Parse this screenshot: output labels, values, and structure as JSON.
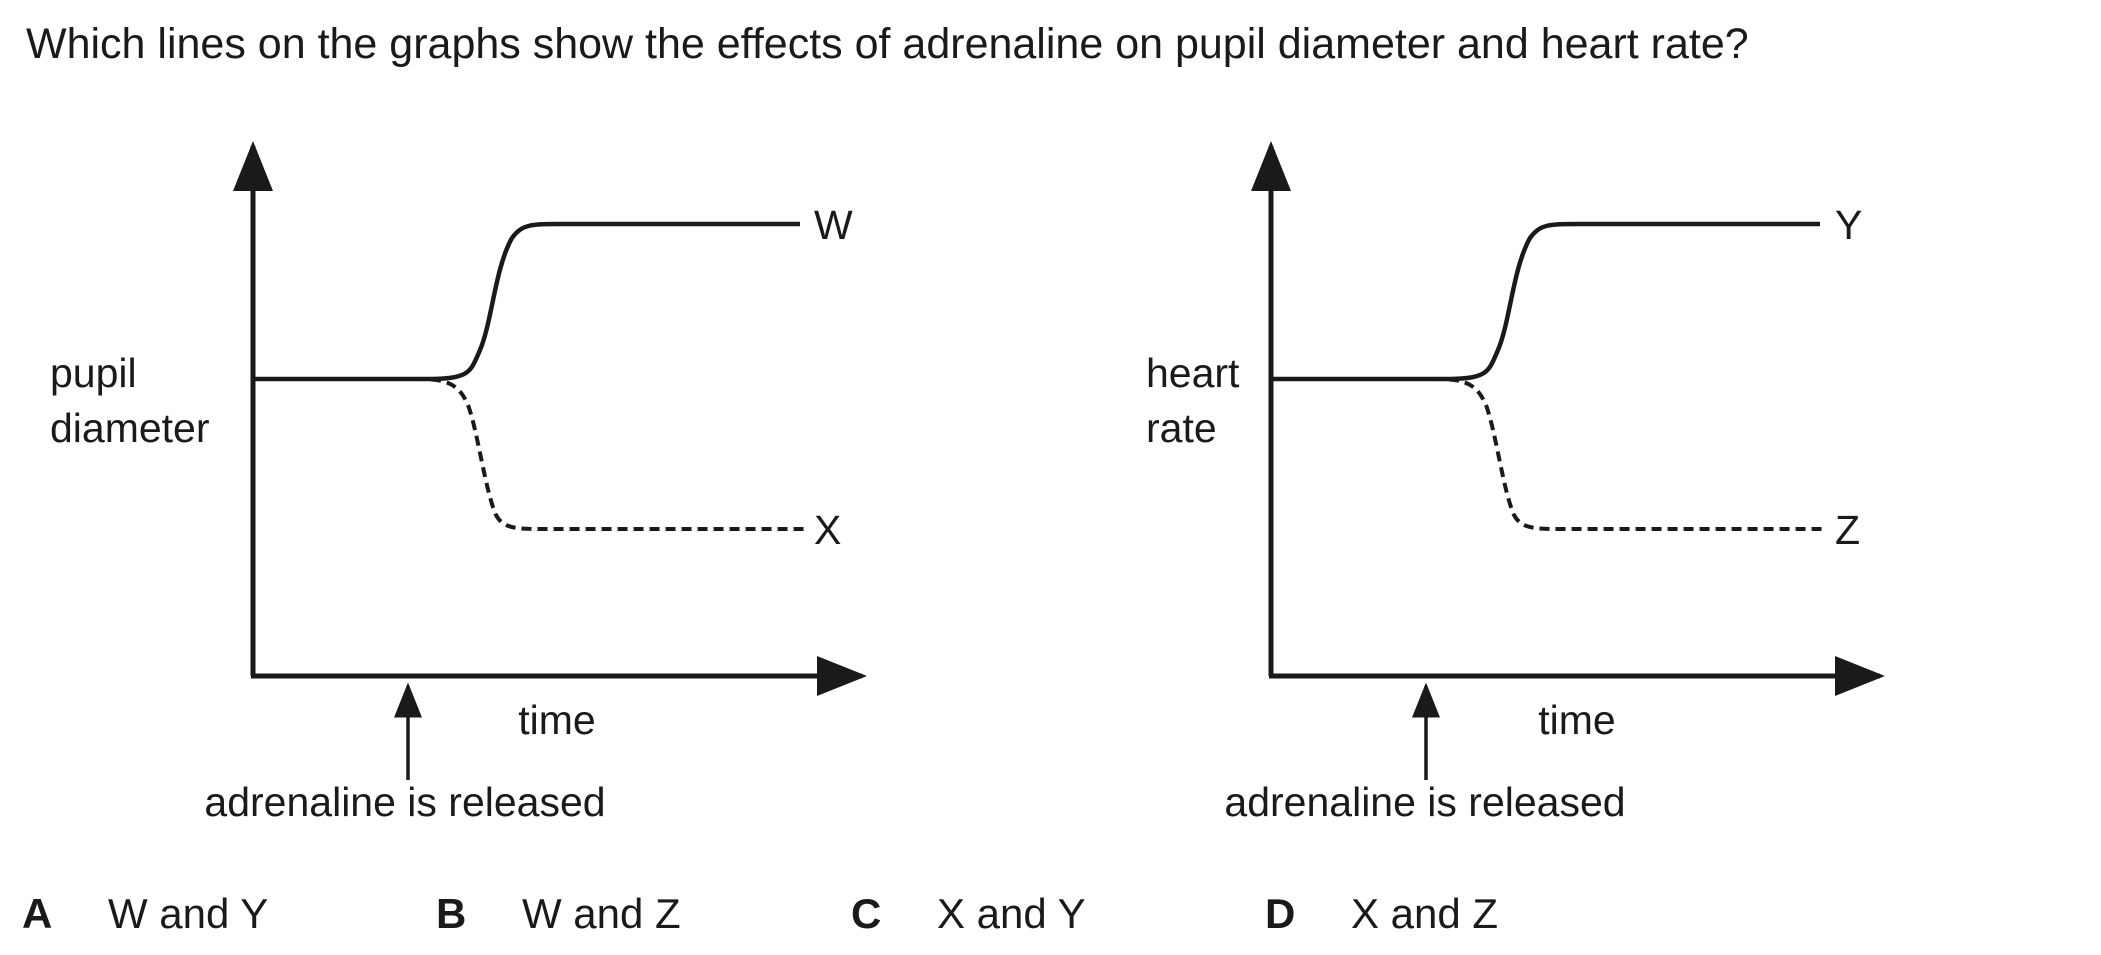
{
  "question": "Which lines on the graphs show the effects of adrenaline on pupil diameter and heart rate?",
  "graphs": [
    {
      "ylabel_lines": [
        "pupil",
        "diameter"
      ],
      "xlabel": "time",
      "event_label": "adrenaline is released",
      "upper_line_label": "W",
      "lower_line_label": "X"
    },
    {
      "ylabel_lines": [
        "heart",
        "rate"
      ],
      "xlabel": "time",
      "event_label": "adrenaline is released",
      "upper_line_label": "Y",
      "lower_line_label": "Z"
    }
  ],
  "options": [
    {
      "letter": "A",
      "text": "W and Y"
    },
    {
      "letter": "B",
      "text": "W and Z"
    },
    {
      "letter": "C",
      "text": "X and Y"
    },
    {
      "letter": "D",
      "text": "X and Z"
    }
  ]
}
